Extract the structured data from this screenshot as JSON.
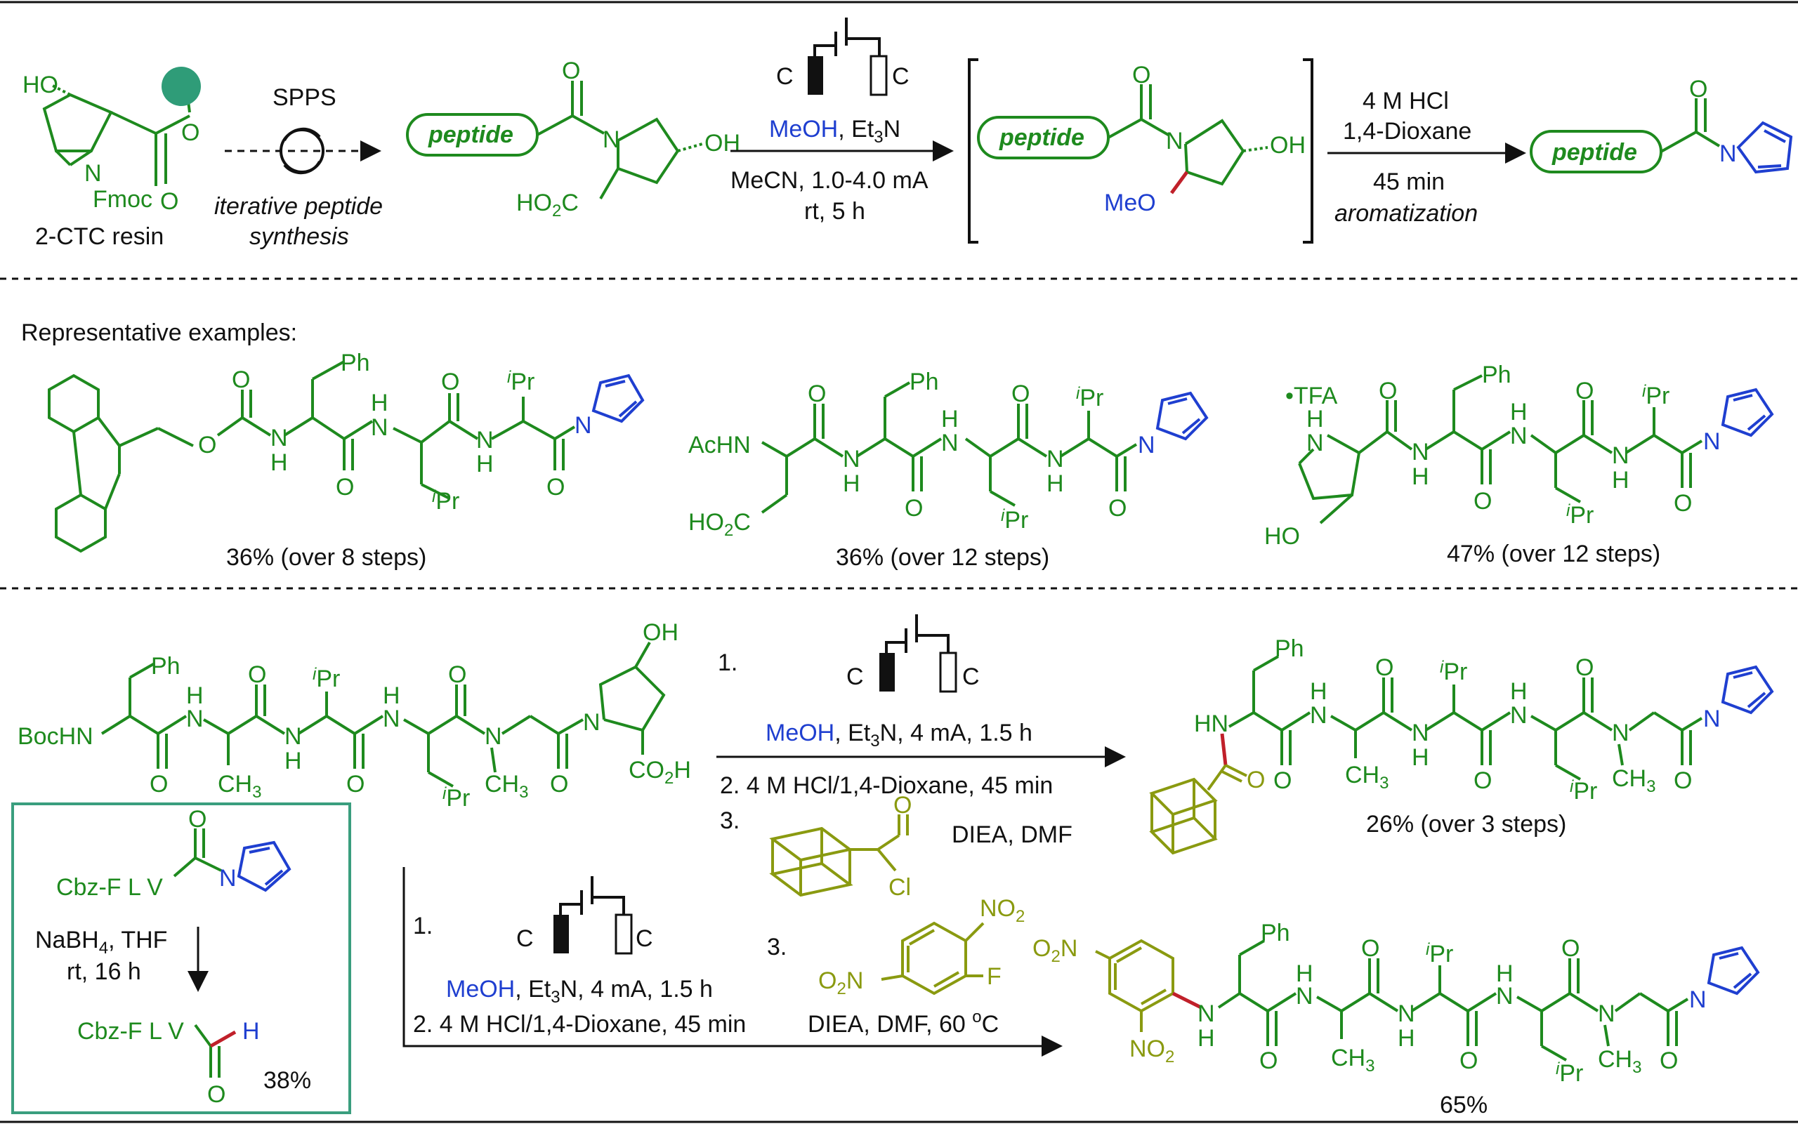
{
  "colors": {
    "green": "#1e8a1e",
    "blue": "#1f3fd0",
    "olive": "#8a9a10",
    "red": "#c0202a",
    "black": "#111111",
    "teal": "#3a9e7e",
    "resin": "#2f9c78"
  },
  "top": {
    "start_HO": "HO",
    "start_N": "N",
    "start_Fmoc": "Fmoc",
    "start_O1": "O",
    "start_O2": "O",
    "resin_label": "2-CTC resin",
    "spps_label": "SPPS",
    "spps_sub1": "iterative peptide",
    "spps_sub2": "synthesis",
    "peptide": "peptide",
    "p1_O": "O",
    "p1_N": "N",
    "p1_OH": "OH",
    "p1_CO2H_a": "HO",
    "p1_CO2H_sub": "2",
    "p1_CO2H_b": "C",
    "cell_C1": "C",
    "cell_C2": "C",
    "cond_MeOH": "MeOH",
    "cond_Et3N_a": ", Et",
    "cond_Et3N_sub": "3",
    "cond_Et3N_b": "N",
    "cond_line2": "MeCN, 1.0-4.0 mA",
    "cond_line3": "rt, 5 h",
    "int_O": "O",
    "int_N": "N",
    "int_OH": "OH",
    "int_MeO": "MeO",
    "hcl_line1": "4 M HCl",
    "hcl_line2": "1,4-Dioxane",
    "hcl_line3": "45 min",
    "hcl_line4": "aromatization",
    "prod_O": "O",
    "prod_N": "N"
  },
  "middle": {
    "heading": "Representative examples:",
    "ex1_yield": "36% (over 8 steps)",
    "ex2_yield": "36% (over 12 steps)",
    "ex3_yield": "47% (over 12 steps)",
    "ex1_labels": {
      "O1": "O",
      "O2": "O",
      "H1": "H",
      "N1": "N",
      "Ph": "Ph",
      "O3": "O",
      "H2": "H",
      "N2": "N",
      "iPr_l": "Pr",
      "O4": "O",
      "H3": "H",
      "N3": "N",
      "iPr_r": "Pr",
      "O5": "O",
      "Npy": "N"
    },
    "ex2_labels": {
      "AcHN": "AcHN",
      "O1": "O",
      "HO2C_a": "HO",
      "HO2C_sub": "2",
      "HO2C_b": "C",
      "H1": "H",
      "N1": "N",
      "Ph": "Ph",
      "O2": "O",
      "H2": "H",
      "N2": "N",
      "iPr_l": "Pr",
      "O3": "O",
      "H3": "H",
      "N3": "N",
      "iPr_r": "Pr",
      "O4": "O",
      "Npy": "N"
    },
    "ex3_labels": {
      "TFA": "•TFA",
      "H": "H",
      "N": "N",
      "HO": "HO",
      "O1": "O",
      "H1": "H",
      "N1": "N",
      "Ph": "Ph",
      "O2": "O",
      "H2": "H",
      "N2": "N",
      "iPr_l": "Pr",
      "O3": "O",
      "H3": "H",
      "N3": "N",
      "iPr_r": "Pr",
      "O4": "O",
      "Npy": "N"
    }
  },
  "bottom": {
    "sm_BocHN": "BocHN",
    "sm_Ph": "Ph",
    "sm_labels": {
      "O1": "O",
      "H1": "H",
      "N1": "N",
      "CH3": "CH",
      "CH3_sub": "3",
      "O2": "O",
      "H2": "H",
      "N2": "N",
      "iPr": "Pr",
      "O3": "O",
      "H3": "H",
      "N3": "N",
      "iPr2": "Pr",
      "O4": "O",
      "N4": "N",
      "CH3b": "CH",
      "CH3b_sub": "3",
      "O5": "O",
      "N5": "N",
      "OH": "OH",
      "CO2H_a": "CO",
      "CO2H_sub": "2",
      "CO2H_b": "H"
    },
    "step1": "1.",
    "cell_C1": "C",
    "cell_C2": "C",
    "r1_MeOH": "MeOH",
    "r1_rest_a": ", Et",
    "r1_rest_sub": "3",
    "r1_rest_b": "N,  4 mA, 1.5 h",
    "r1_line2": "2. 4 M HCl/1,4-Dioxane, 45 min",
    "r1_line3": "3.",
    "r1_cl": "Cl",
    "r1_O": "O",
    "r1_diea": "DIEA, DMF",
    "p1_labels": {
      "Ph": "Ph",
      "HN": "HN",
      "O1": "O",
      "H1": "H",
      "N1": "N",
      "CH3": "CH",
      "CH3_sub": "3",
      "O2": "O",
      "iPr": "Pr",
      "H2": "H",
      "N2": "N",
      "O3": "O",
      "H3": "H",
      "N3": "N",
      "iPr2": "Pr",
      "O4": "O",
      "N4": "N",
      "CH3b": "CH",
      "CH3b_sub": "3",
      "O5": "O",
      "Npy": "N",
      "Ocub": "O"
    },
    "p1_yield": "26% (over 3 steps)",
    "box_cbz1": "Cbz-F L V",
    "box_O1": "O",
    "box_N": "N",
    "box_reag1_a": "NaBH",
    "box_reag1_sub": "4",
    "box_reag1_b": ", THF",
    "box_reag2": "rt, 16 h",
    "box_cbz2": "Cbz-F L V",
    "box_H": "H",
    "box_O2": "O",
    "box_yield": "38%",
    "s2_step1": "1.",
    "s2_C1": "C",
    "s2_C2": "C",
    "s2_MeOH": "MeOH",
    "s2_rest_a": ", Et",
    "s2_rest_sub": "3",
    "s2_rest_b": "N,  4 mA, 1.5 h",
    "s2_line2": "2. 4 M HCl/1,4-Dioxane, 45 min",
    "s2_step3": "3.",
    "dnfb_NO2_a": "NO",
    "dnfb_NO2_sub": "2",
    "dnfb_O2N_a": "O",
    "dnfb_O2N_sub": "2",
    "dnfb_O2N_b": "N",
    "dnfb_F": "F",
    "s2_diea": "DIEA, DMF, 60 ",
    "s2_deg": "o",
    "s2_C": "C",
    "p2_labels": {
      "O2N_a": "O",
      "O2N_sub": "2",
      "O2N_b": "N",
      "NO2_a": "NO",
      "NO2_sub": "2",
      "HN": "H",
      "N0": "N",
      "Ph": "Ph",
      "O1": "O",
      "H1": "H",
      "N1": "N",
      "CH3": "CH",
      "CH3_sub": "3",
      "O2": "O",
      "iPr": "Pr",
      "H2": "H",
      "N2": "N",
      "O3": "O",
      "H3": "H",
      "N3": "N",
      "iPr2": "Pr",
      "O4": "O",
      "N4": "N",
      "CH3b": "CH",
      "CH3b_sub": "3",
      "O5": "O",
      "Npy": "N"
    },
    "p2_yield": "65%"
  }
}
